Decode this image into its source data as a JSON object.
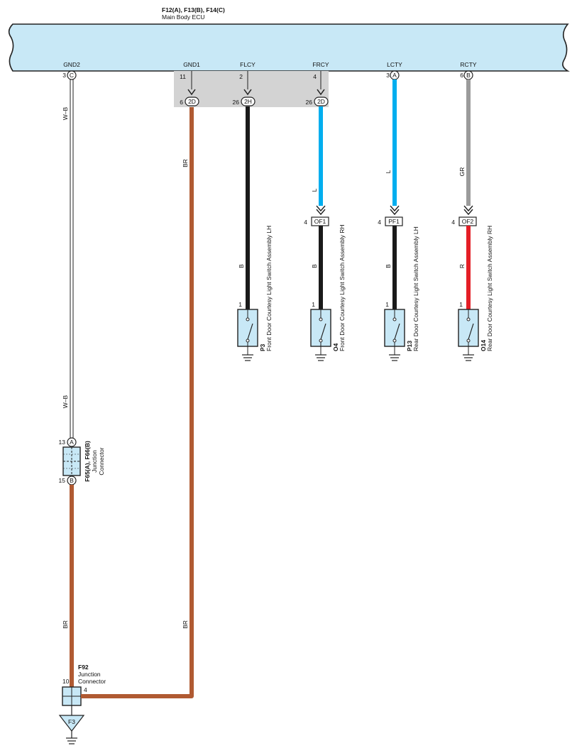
{
  "ecu": {
    "connectors": "F12(A), F13(B), F14(C)",
    "name": "Main Body ECU",
    "fill": "#c8e8f6"
  },
  "terminals": [
    {
      "name": "GND2",
      "pin": "3",
      "conn": "C"
    },
    {
      "name": "GND1",
      "pin": "11"
    },
    {
      "name": "FLCY",
      "pin": "2"
    },
    {
      "name": "FRCY",
      "pin": "4"
    },
    {
      "name": "LCTY",
      "pin": "3",
      "conn": "A"
    },
    {
      "name": "RCTY",
      "pin": "6",
      "conn": "B"
    }
  ],
  "junction_block": [
    {
      "pin": "6",
      "conn": "2D"
    },
    {
      "pin": "26",
      "conn": "2H"
    },
    {
      "pin": "26",
      "conn": "2D"
    }
  ],
  "inline": [
    {
      "pin": "4",
      "conn": "OF1"
    },
    {
      "pin": "4",
      "conn": "PF1"
    },
    {
      "pin": "4",
      "conn": "OF2"
    }
  ],
  "wires": {
    "gnd2_top": "W–B",
    "gnd2_bottom": "W–B",
    "gnd1_top": "BR",
    "gnd1_bottom": "BR",
    "f92_top": "BR",
    "flcy": "B",
    "frcy_top": "L",
    "frcy_bottom": "B",
    "lcty_top": "L",
    "lcty_bottom": "B",
    "rcty_top": "GR",
    "rcty_bottom": "R"
  },
  "switches": [
    {
      "pin": "1",
      "id": "P3",
      "name": "Front Door Courtesy Light Switch Assembly LH"
    },
    {
      "pin": "1",
      "id": "O4",
      "name": "Front Door Courtesy Light Switch Assembly RH"
    },
    {
      "pin": "1",
      "id": "P13",
      "name": "Rear Door Courtesy Light Switch Assembly LH"
    },
    {
      "pin": "1",
      "id": "O14",
      "name": "Rear Door Courtesy Light Switch Assembly RH"
    }
  ],
  "jc_f65": {
    "id": "F65(A), F66(B)",
    "line1": "Junction",
    "line2": "Connector",
    "pin_top": "13",
    "conn_top": "A",
    "pin_bottom": "15",
    "conn_bottom": "B"
  },
  "jc_f92": {
    "id": "F92",
    "line1": "Junction",
    "line2": "Connector",
    "pin_left": "10",
    "pin_right": "4"
  },
  "ground_point": "F3",
  "colors": {
    "BR": "#b05a32",
    "B": "#1a1a1a",
    "L": "#00aeef",
    "GR": "#9b9b9b",
    "R": "#e41e26",
    "connector_fill": "#c8e8f6",
    "jb_fill": "#d3d3d3"
  }
}
